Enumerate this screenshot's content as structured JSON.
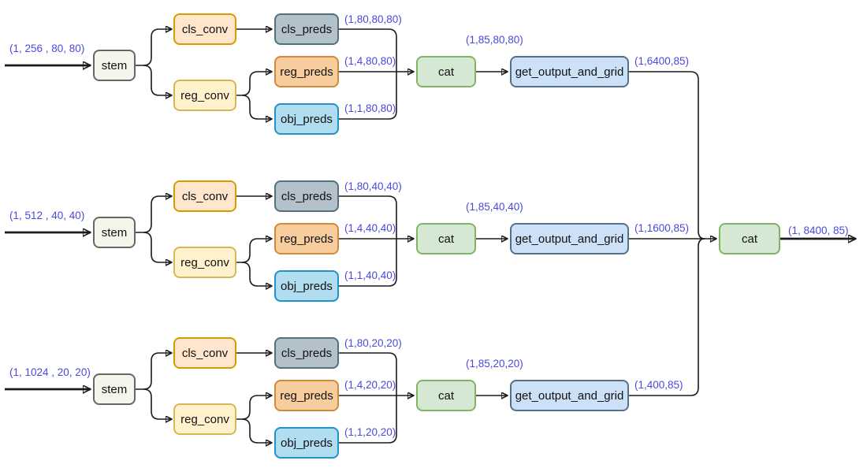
{
  "colors": {
    "background": "#ffffff",
    "line": "#1b1b1b",
    "label_text": "#4a49dd",
    "stem_fill": "#f6f5ec",
    "stem_stroke": "#666666",
    "cls_conv_fill": "#ffe6cc",
    "cls_conv_stroke": "#d79b00",
    "reg_conv_fill": "#fff2cc",
    "reg_conv_stroke": "#d6b656",
    "cls_preds_fill": "#b3c1cb",
    "cls_preds_stroke": "#54707f",
    "reg_preds_fill": "#f7cd9d",
    "reg_preds_stroke": "#d08a3d",
    "obj_preds_fill": "#b1ddf0",
    "obj_preds_stroke": "#2491c9",
    "cat_fill": "#d5e8d4",
    "cat_stroke": "#82b366",
    "grid_fill": "#cce0f7",
    "grid_stroke": "#55718a"
  },
  "node_labels": {
    "stem": "stem",
    "cls_conv": "cls_conv",
    "reg_conv": "reg_conv",
    "cls_preds": "cls_preds",
    "reg_preds": "reg_preds",
    "obj_preds": "obj_preds",
    "cat": "cat",
    "get_output_and_grid": "get_output_and_grid"
  },
  "branches": [
    {
      "input_shape": "(1, 256 , 80, 80)",
      "cls_shape": "(1,80,80,80)",
      "reg_shape": "(1,4,80,80)",
      "obj_shape": "(1,1,80,80)",
      "cat_shape": "(1,85,80,80)",
      "grid_shape": "(1,6400,85)"
    },
    {
      "input_shape": "(1, 512 , 40, 40)",
      "cls_shape": "(1,80,40,40)",
      "reg_shape": "(1,4,40,40)",
      "obj_shape": "(1,1,40,40)",
      "cat_shape": "(1,85,40,40)",
      "grid_shape": "(1,1600,85)"
    },
    {
      "input_shape": "(1, 1024 , 20, 20)",
      "cls_shape": "(1,80,20,20)",
      "reg_shape": "(1,4,20,20)",
      "obj_shape": "(1,1,20,20)",
      "cat_shape": "(1,85,20,20)",
      "grid_shape": "(1,400,85)"
    }
  ],
  "final": {
    "cat_label": "cat",
    "output_shape": "(1, 8400, 85)"
  }
}
